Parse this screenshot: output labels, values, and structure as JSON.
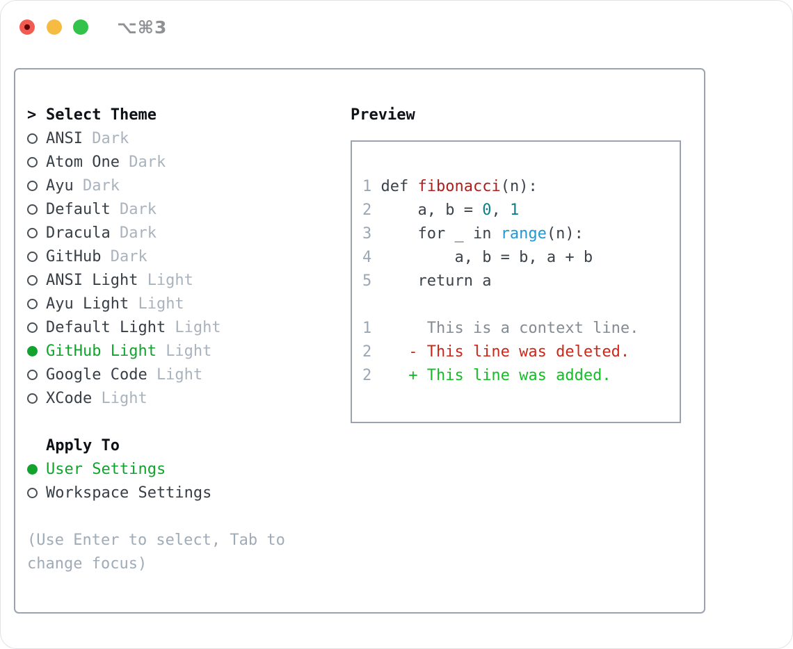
{
  "window": {
    "title": "⌥⌘3"
  },
  "colors": {
    "tl_red": "#f25c50",
    "tl_red_dot": "#5c0503",
    "tl_yellow": "#f6bb41",
    "tl_green": "#33c24a",
    "titlebar_title": "#8e9094",
    "panel_border": "#9aa3af",
    "header_text": "#0e1116",
    "item_text": "#373e46",
    "item_tag": "#a9b3be",
    "selected_green": "#11a32e",
    "radio_border": "#474e56",
    "hint_text": "#9fabb7",
    "ln": "#9aa7b4",
    "code_plain": "#3b424a",
    "code_fn": "#ad1f1d",
    "code_num": "#0e7e88",
    "code_call": "#2397d3",
    "diff_ctx": "#848b93",
    "diff_del": "#c9281b",
    "diff_add": "#15bc27"
  },
  "theme_picker": {
    "prompt": ">",
    "header": "Select Theme",
    "items": [
      {
        "name": "ANSI",
        "tag": "Dark",
        "selected": false
      },
      {
        "name": "Atom One",
        "tag": "Dark",
        "selected": false
      },
      {
        "name": "Ayu",
        "tag": "Dark",
        "selected": false
      },
      {
        "name": "Default",
        "tag": "Dark",
        "selected": false
      },
      {
        "name": "Dracula",
        "tag": "Dark",
        "selected": false
      },
      {
        "name": "GitHub",
        "tag": "Dark",
        "selected": false
      },
      {
        "name": "ANSI Light",
        "tag": "Light",
        "selected": false
      },
      {
        "name": "Ayu Light",
        "tag": "Light",
        "selected": false
      },
      {
        "name": "Default Light",
        "tag": "Light",
        "selected": false
      },
      {
        "name": "GitHub Light",
        "tag": "Light",
        "selected": true
      },
      {
        "name": "Google Code",
        "tag": "Light",
        "selected": false
      },
      {
        "name": "XCode",
        "tag": "Light",
        "selected": false
      }
    ],
    "apply_to": {
      "header": "Apply To",
      "options": [
        {
          "name": "User Settings",
          "selected": true
        },
        {
          "name": "Workspace Settings",
          "selected": false
        }
      ]
    },
    "hint": "(Use Enter to select, Tab to change focus)"
  },
  "preview": {
    "header": "Preview",
    "code_lines": [
      {
        "segs": [
          {
            "t": "1 ",
            "c": "ln"
          },
          {
            "t": "def ",
            "c": "plain"
          },
          {
            "t": "fibonacci",
            "c": "fn"
          },
          {
            "t": "(n):",
            "c": "plain"
          }
        ]
      },
      {
        "segs": [
          {
            "t": "2 ",
            "c": "ln"
          },
          {
            "t": "    a, b = ",
            "c": "plain"
          },
          {
            "t": "0",
            "c": "num"
          },
          {
            "t": ", ",
            "c": "plain"
          },
          {
            "t": "1",
            "c": "num"
          }
        ]
      },
      {
        "segs": [
          {
            "t": "3 ",
            "c": "ln"
          },
          {
            "t": "    for _ in ",
            "c": "plain"
          },
          {
            "t": "range",
            "c": "call"
          },
          {
            "t": "(n):",
            "c": "plain"
          }
        ]
      },
      {
        "segs": [
          {
            "t": "4 ",
            "c": "ln"
          },
          {
            "t": "        a, b = b, a + b",
            "c": "plain"
          }
        ]
      },
      {
        "segs": [
          {
            "t": "5 ",
            "c": "ln"
          },
          {
            "t": "    return a",
            "c": "plain"
          }
        ]
      },
      {
        "segs": []
      },
      {
        "segs": [
          {
            "t": "1",
            "c": "ln"
          },
          {
            "t": "      This is a context line.",
            "c": "ctx"
          }
        ]
      },
      {
        "segs": [
          {
            "t": "2",
            "c": "ln"
          },
          {
            "t": "    - This line was deleted.",
            "c": "del"
          }
        ]
      },
      {
        "segs": [
          {
            "t": "2",
            "c": "ln"
          },
          {
            "t": "    + This line was added.",
            "c": "add"
          }
        ]
      }
    ]
  }
}
